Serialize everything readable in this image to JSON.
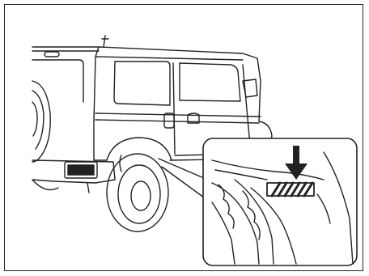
{
  "figure": {
    "kind": "line-illustration",
    "subject": "suv-rear-three-quarter-view",
    "callout": "label-location-on-rear-wheel-arch",
    "icons": [
      "vehicle-drawing",
      "down-arrow-icon",
      "hatched-label-icon"
    ],
    "colors": {
      "stroke": "#222222",
      "background": "#ffffff"
    }
  }
}
